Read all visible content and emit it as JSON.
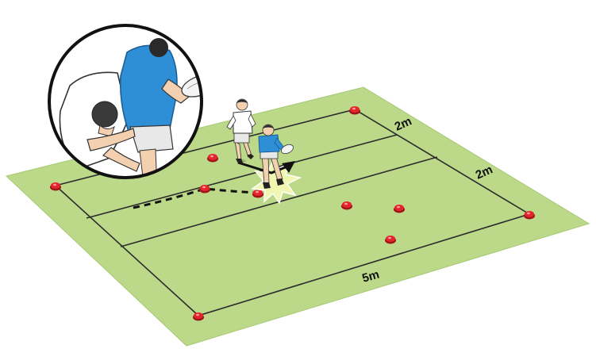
{
  "colors": {
    "pitch": "#bcd98a",
    "pitch_edge": "#a6c873",
    "lines": "#2b2b2b",
    "cone": "#d81f26",
    "attacker_shirt": "#2f8fd6",
    "defender_shirt": "#ffffff",
    "shorts": "#e8e8e8",
    "impact": "#f1f7b0"
  },
  "dimensions": {
    "depth_1": "2m",
    "depth_2": "2m",
    "width": "5m"
  },
  "icons": {
    "cone": "cone-marker-icon",
    "ball": "rugby-ball-icon",
    "arrow": "run-direction-arrow-icon"
  },
  "inset": {
    "subject": "tackle-close-up"
  }
}
